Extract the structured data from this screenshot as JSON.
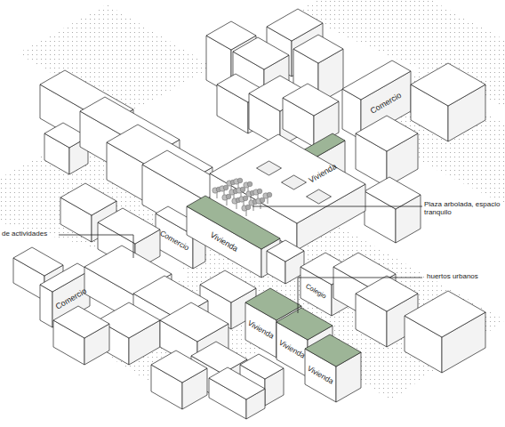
{
  "diagram": {
    "labels": [
      "Comercio",
      "Vivienda",
      "Plaza arbolada, espacio tranquilo",
      "de actividades",
      "Comercio",
      "Vivienda",
      "Comercio",
      "Colegio",
      "huertos urbanos",
      "Vivienda",
      "Vivienda",
      "Vivienda"
    ]
  }
}
